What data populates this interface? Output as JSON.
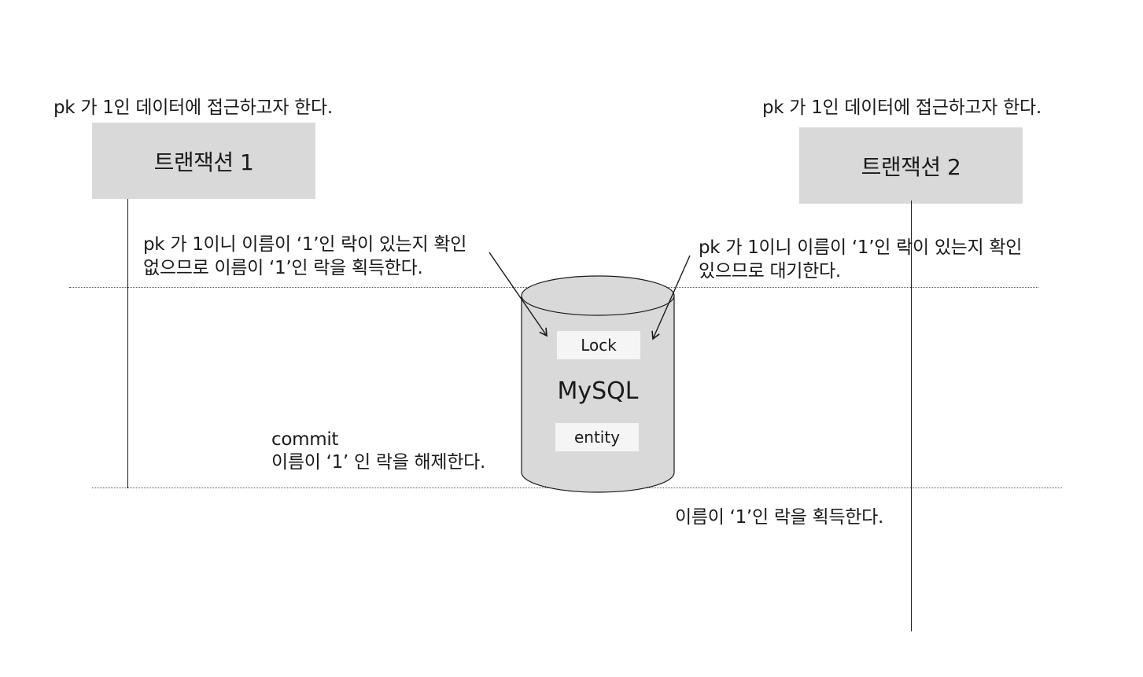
{
  "tx1": {
    "intent": "pk 가 1인 데이터에 접근하고자 한다.",
    "title": "트랜잭션 1",
    "check_line1": "pk 가 1이니 이름이 ‘1’인 락이 있는지 확인",
    "check_line2": "없으므로 이름이 ‘1’인 락을 획득한다.",
    "commit_line1": "commit",
    "commit_line2": "이름이 ‘1’ 인 락을 해제한다."
  },
  "tx2": {
    "intent": "pk 가 1인 데이터에 접근하고자 한다.",
    "title": "트랜잭션 2",
    "check_line1": "pk 가 1이니 이름이 ‘1’인 락이 있는지 확인",
    "check_line2": "있으므로 대기한다.",
    "acquire": "이름이 ‘1’인 락을 획득한다."
  },
  "db": {
    "name": "MySQL",
    "lock_label": "Lock",
    "entity_label": "entity"
  },
  "colors": {
    "box_fill": "#d9d9d9",
    "label_fill": "#f5f5f5",
    "line": "#1a1a1a"
  }
}
